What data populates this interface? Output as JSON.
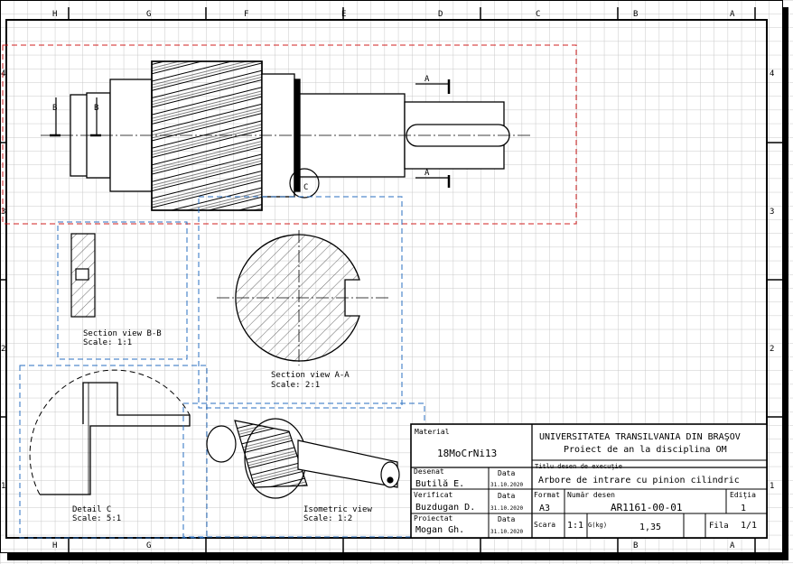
{
  "zone_letters": [
    "H",
    "G",
    "F",
    "E",
    "D",
    "C",
    "B",
    "A"
  ],
  "zone_numbers": [
    "4",
    "3",
    "2",
    "1"
  ],
  "labels": {
    "section_a": "A",
    "section_b": "B",
    "detail_c": "C"
  },
  "views": {
    "section_bb": {
      "title": "Section view B-B",
      "scale": "Scale:  1:1"
    },
    "section_aa": {
      "title": "Section view A-A",
      "scale": "Scale:  2:1"
    },
    "detail_c": {
      "title": "Detail C",
      "scale": "Scale:  5:1"
    },
    "isometric": {
      "title": "Isometric view",
      "scale": "Scale:  1:2"
    }
  },
  "title_block": {
    "material_label": "Material",
    "material_value": "18MoCrNi13",
    "university": "UNIVERSITATEA TRANSILVANIA DIN BRAŞOV",
    "project": "Proiect de an la disciplina OM",
    "drawing_title_label": "Titlu desen de execuţie",
    "drawing_title": "Arbore de intrare cu pinion cilindric",
    "drawn_label": "Desenat",
    "drawn_name": "Butilă E.",
    "date_label": "Data",
    "date_drawn": "31.10.2020",
    "checked_label": "Verificat",
    "checked_name": "Buzdugan D.",
    "date_checked": "31.10.2020",
    "designed_label": "Proiectat",
    "designed_name": "Mogan Gh.",
    "date_designed": "31.10.2020",
    "format_label": "Format",
    "format_value": "A3",
    "number_label": "Număr desen",
    "number_value": "AR1161-00-01",
    "edition_label": "Ediţia",
    "edition_value": "1",
    "scale_label": "Scara",
    "scale_value": "1:1",
    "mass_label": "G(kg)",
    "mass_value": "1,35",
    "sheet_label": "Fila",
    "sheet_value": "1/1"
  }
}
